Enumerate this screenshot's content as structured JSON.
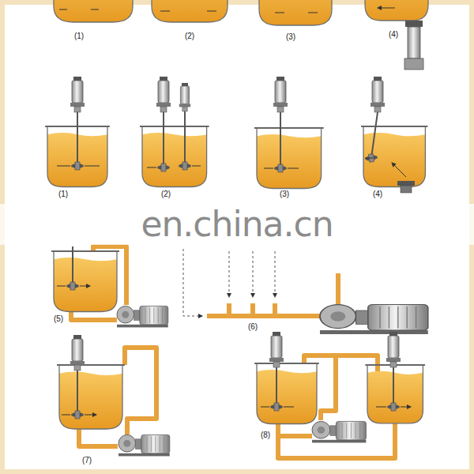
{
  "diagram": {
    "labels": [
      "(1)",
      "(2)",
      "(3)",
      "(4)",
      "(1)",
      "(2)",
      "(3)",
      "(4)",
      "(5)",
      "(6)",
      "(7)",
      "(8)",
      "en.china.cn"
    ]
  }
}
